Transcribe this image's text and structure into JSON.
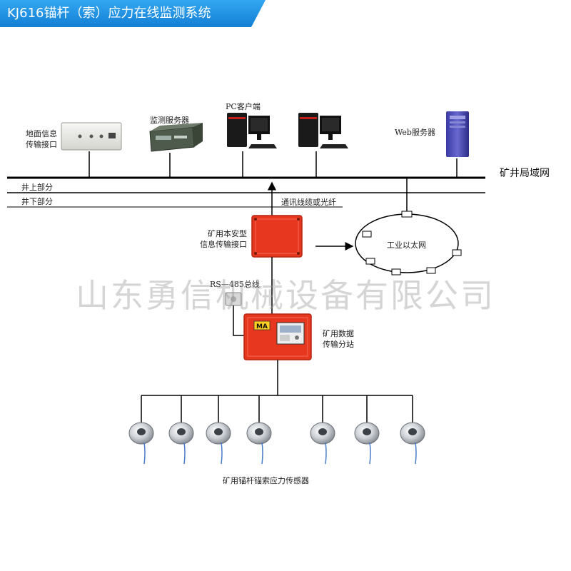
{
  "title": "KJ616锚杆（索）应力在线监测系统",
  "colors": {
    "banner": "#1f8fe3",
    "enclosure": "#e8371f",
    "line": "#000000"
  },
  "surface_devices": {
    "ground_interface": [
      "地面信息",
      "传输接口"
    ],
    "monitor_server": "监测服务器",
    "pc_client": "PC客户端",
    "web_server": "Web服务器"
  },
  "network": {
    "mine_lan": "矿井局域网",
    "above_ground": "井上部分",
    "below_ground": "井下部分",
    "cable_label": "通讯线缆或光纤",
    "ethernet": "工业以太网"
  },
  "underground": {
    "safe_interface": [
      "矿用本安型",
      "信息传输接口"
    ],
    "bus_label": "RS—485总线",
    "substation": [
      "矿用数据",
      "传输分站"
    ],
    "ma_badge": "MA"
  },
  "sensors": {
    "label": "矿用锚杆锚索应力传感器",
    "count": 7
  },
  "watermark": "山东勇信机械设备有限公司"
}
